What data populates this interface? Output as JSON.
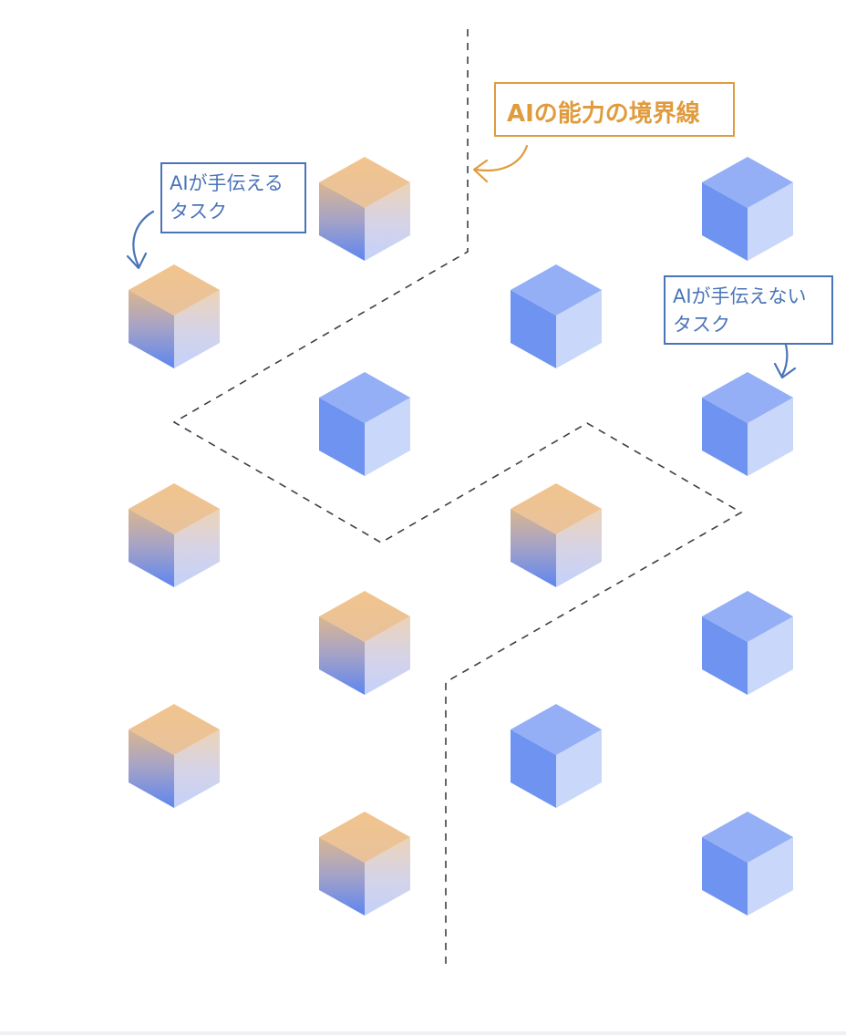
{
  "labels": {
    "boundary": "AIの能力の境界線",
    "can_line1": "AIが手伝える",
    "can_line2": "タスク",
    "cannot_line1": "AIが手伝えない",
    "cannot_line2": "タスク"
  },
  "colors": {
    "orange_accent": "#E09B3D",
    "blue_accent": "#4A74B8",
    "cube_blue_top": "#94AFF5",
    "cube_blue_left": "#6E93F0",
    "cube_blue_right": "#C9D7FB",
    "cube_orange_top": "#F2C48D"
  },
  "cubes": [
    {
      "kind": "ai",
      "row": 0,
      "col": 1
    },
    {
      "kind": "human",
      "row": 0,
      "col": 3
    },
    {
      "kind": "ai",
      "row": 1,
      "col": 0
    },
    {
      "kind": "human",
      "row": 1,
      "col": 2
    },
    {
      "kind": "human",
      "row": 2,
      "col": 1
    },
    {
      "kind": "human",
      "row": 2,
      "col": 3
    },
    {
      "kind": "ai",
      "row": 3,
      "col": 0
    },
    {
      "kind": "ai",
      "row": 3,
      "col": 2
    },
    {
      "kind": "ai",
      "row": 4,
      "col": 1
    },
    {
      "kind": "human",
      "row": 4,
      "col": 3
    },
    {
      "kind": "ai",
      "row": 5,
      "col": 0
    },
    {
      "kind": "human",
      "row": 5,
      "col": 2
    },
    {
      "kind": "ai",
      "row": 6,
      "col": 1
    },
    {
      "kind": "human",
      "row": 6,
      "col": 3
    }
  ]
}
